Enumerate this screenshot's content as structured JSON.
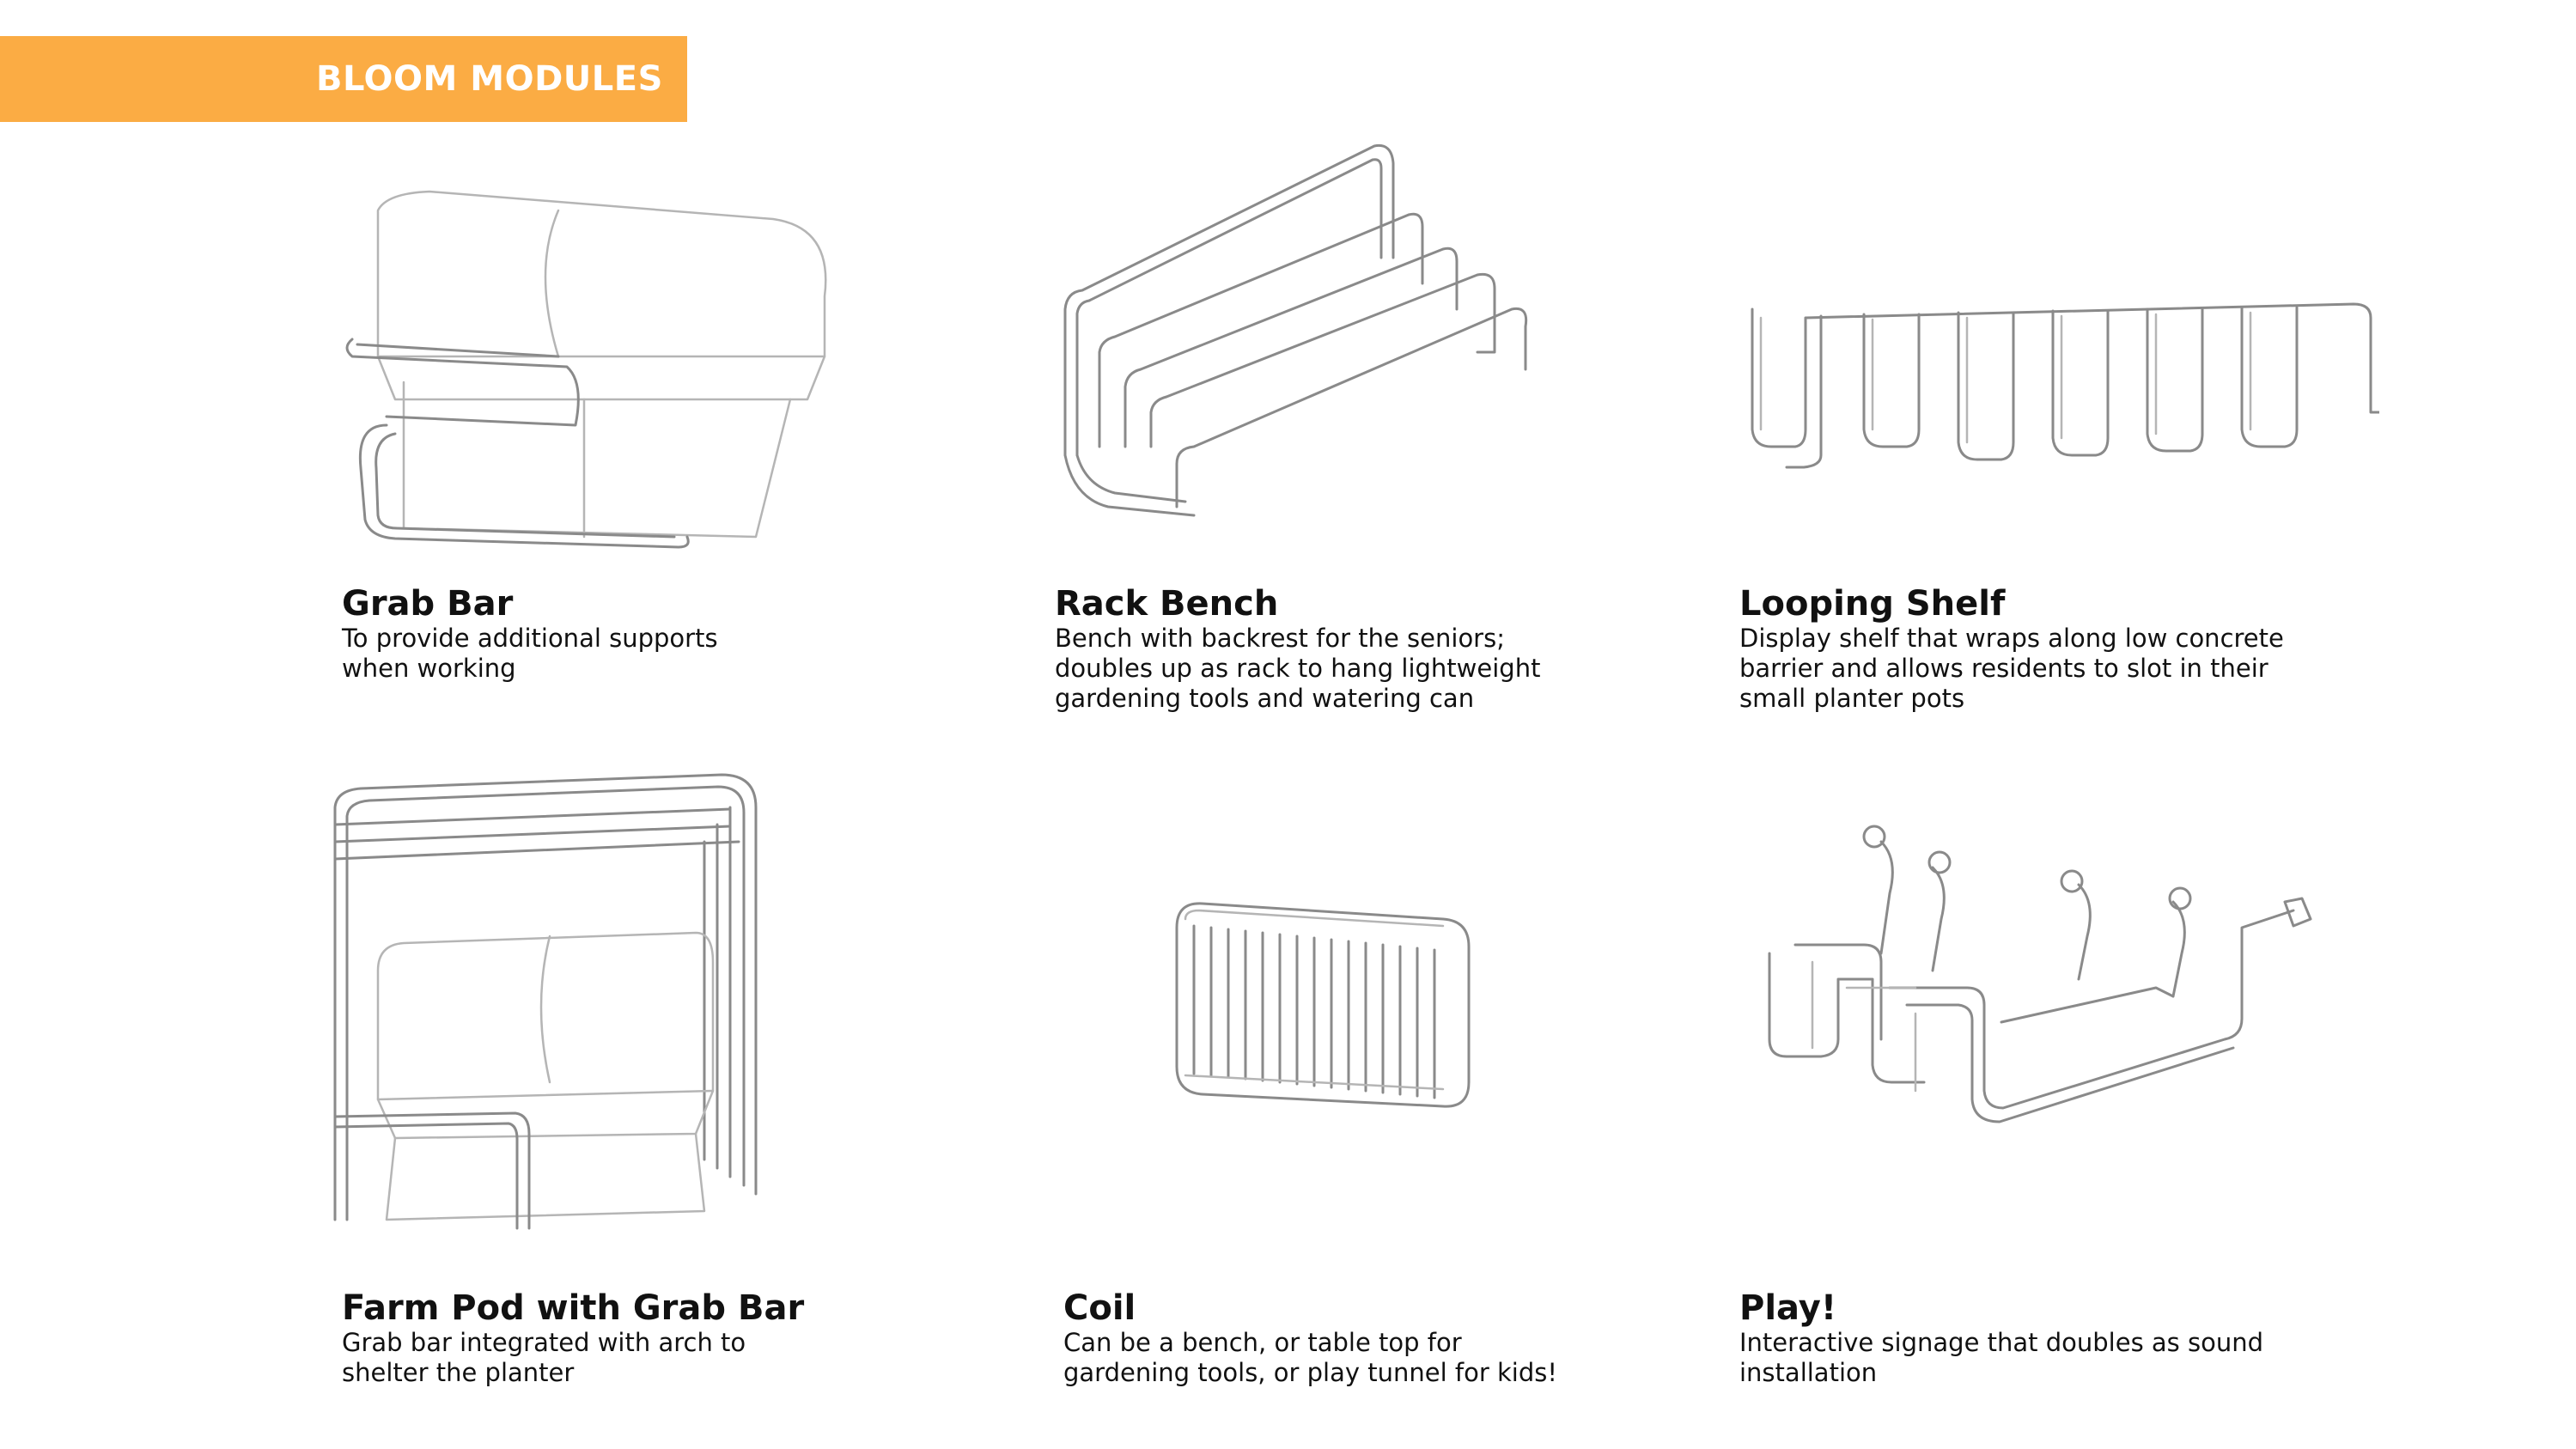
{
  "header": {
    "title": "BLOOM MODULES",
    "accent_color": "#fbac44"
  },
  "modules": [
    {
      "title": "Grab Bar",
      "description": "To provide additional supports\nwhen working",
      "icon": "grab-bar-illustration"
    },
    {
      "title": "Rack Bench",
      "description": "Bench with backrest for the seniors;\ndoubles up as rack to hang lightweight\ngardening tools and watering can",
      "icon": "rack-bench-illustration"
    },
    {
      "title": "Looping Shelf",
      "description": "Display shelf that wraps along low concrete\nbarrier and allows residents to slot in their\nsmall planter pots",
      "icon": "looping-shelf-illustration"
    },
    {
      "title": "Farm Pod with Grab Bar",
      "description": "Grab bar integrated with arch to\nshelter the planter",
      "icon": "farm-pod-illustration"
    },
    {
      "title": "Coil",
      "description": "Can be a bench, or table top for\ngardening tools, or play tunnel for kids!",
      "icon": "coil-illustration"
    },
    {
      "title": "Play!",
      "description": "Interactive signage that doubles as sound\ninstallation",
      "icon": "play-illustration"
    }
  ]
}
